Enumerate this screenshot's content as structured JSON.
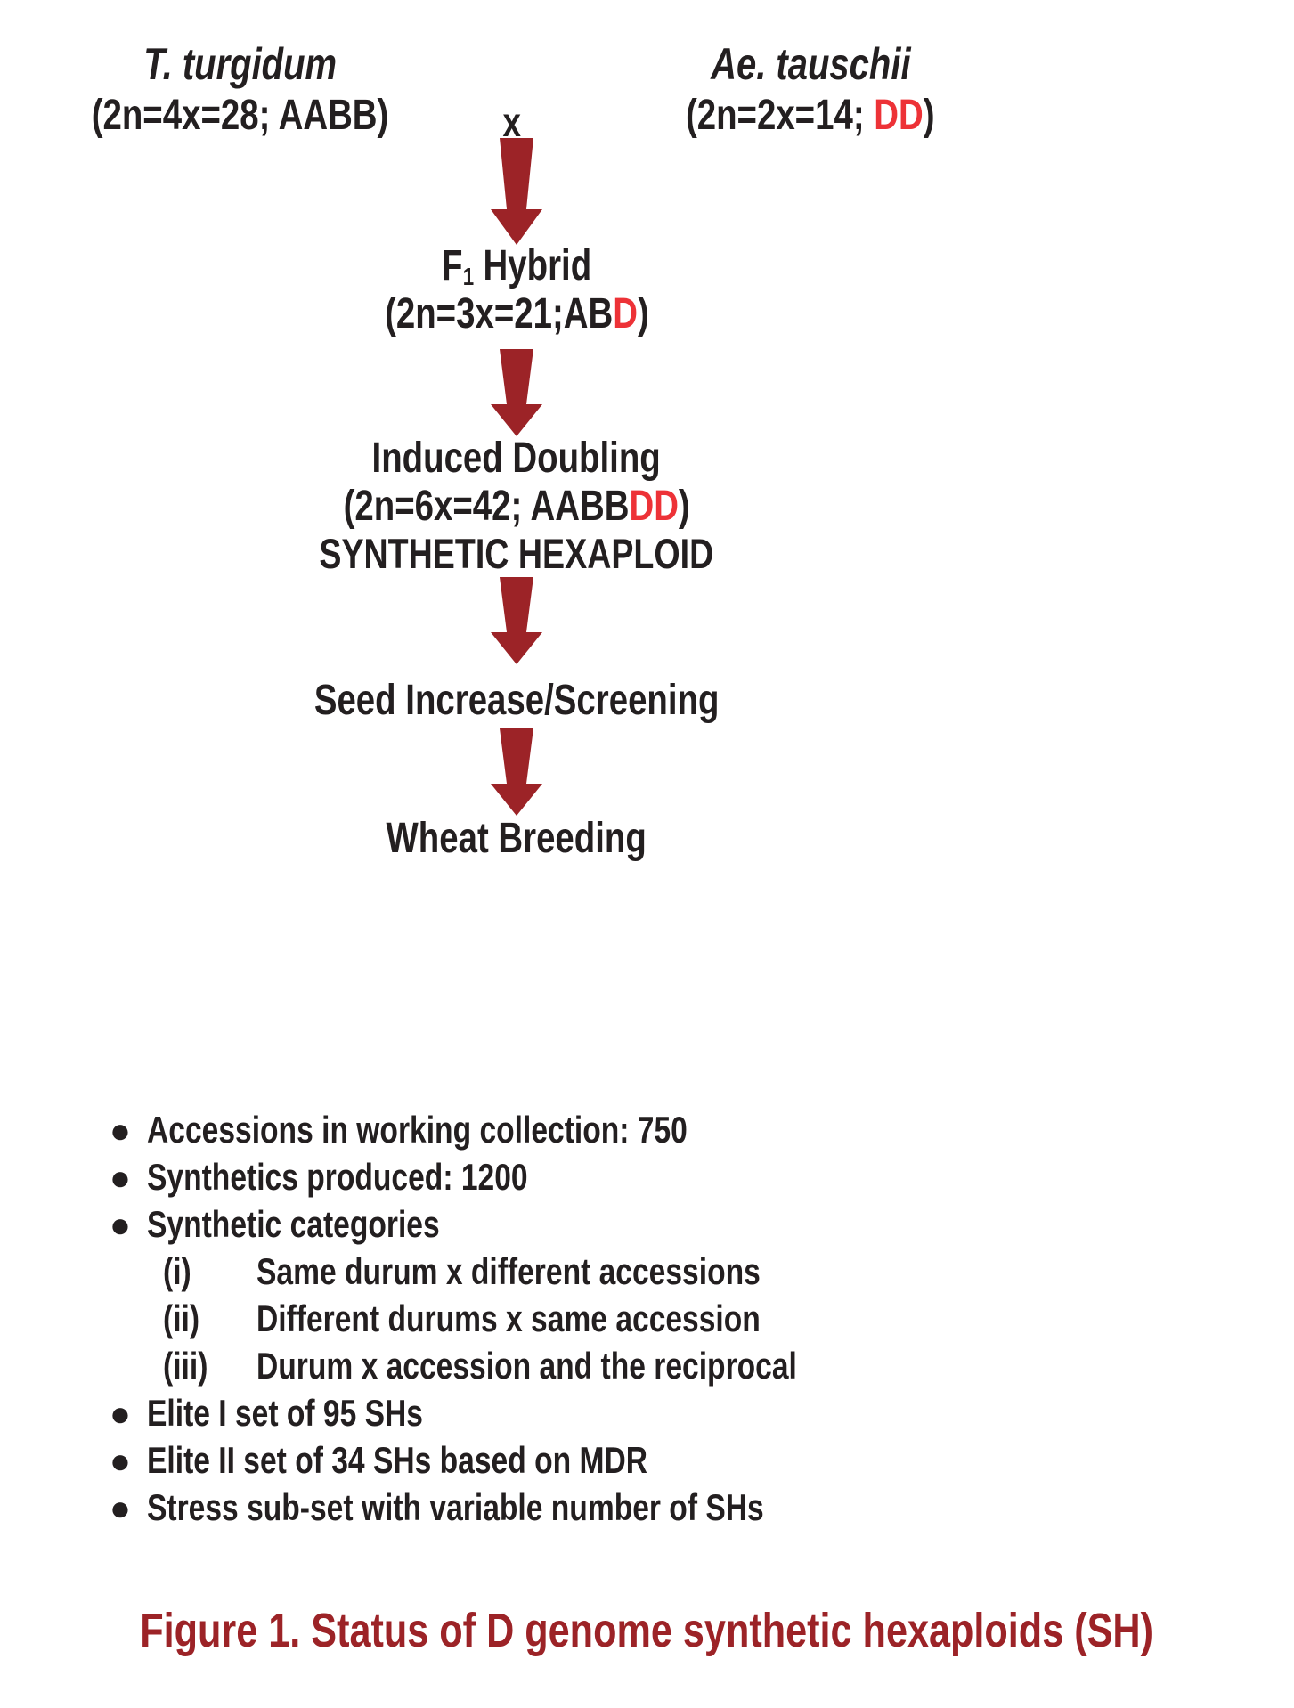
{
  "figure": {
    "background_color": "#ffffff",
    "text_color": "#231f20",
    "arrow_color": "#9c2327",
    "accent_red": "#ed3237",
    "caption_color": "#9c2327"
  },
  "cross": {
    "symbol": "x"
  },
  "parents": {
    "left": {
      "species": "T. turgidum",
      "formula_prefix": "(2n=4x=28; AABB",
      "formula_accent": "",
      "formula_suffix": ")"
    },
    "right": {
      "species": "Ae. tauschii",
      "formula_prefix": "(2n=2x=14; ",
      "formula_accent": "DD",
      "formula_suffix": ")"
    }
  },
  "steps": {
    "f1": {
      "title_prefix": "F",
      "title_sub": "1",
      "title_suffix": " Hybrid",
      "formula_prefix": "(2n=3x=21;AB",
      "formula_accent": "D",
      "formula_suffix": ")"
    },
    "doubling": {
      "title": "Induced Doubling",
      "formula_prefix": "(2n=6x=42; AABB",
      "formula_accent": "DD",
      "formula_suffix": ")",
      "subtitle": "SYNTHETIC HEXAPLOID"
    },
    "seed": {
      "title": "Seed Increase/Screening"
    },
    "breeding": {
      "title": "Wheat Breeding"
    }
  },
  "arrows": [
    {
      "name": "arrow-parents-to-f1"
    },
    {
      "name": "arrow-f1-to-doubling"
    },
    {
      "name": "arrow-doubling-to-seed"
    },
    {
      "name": "arrow-seed-to-breeding"
    }
  ],
  "status_list": {
    "bullet_glyph": "●",
    "items": [
      {
        "text": "Accessions in working collection: 750"
      },
      {
        "text": "Synthetics produced: 1200"
      },
      {
        "text": "Synthetic categories"
      },
      {
        "text": "Elite I set of 95 SHs"
      },
      {
        "text": "Elite II set of 34 SHs based on MDR"
      },
      {
        "text": "Stress sub-set with variable number of SHs"
      }
    ],
    "sub_items": [
      {
        "label": "(i)",
        "text": "Same durum x different accessions"
      },
      {
        "label": "(ii)",
        "text": "Different durums x same accession"
      },
      {
        "label": "(iii)",
        "text": "Durum x accession and the reciprocal"
      }
    ]
  },
  "caption": {
    "text": "Figure 1. Status of D genome synthetic hexaploids (SH)"
  }
}
